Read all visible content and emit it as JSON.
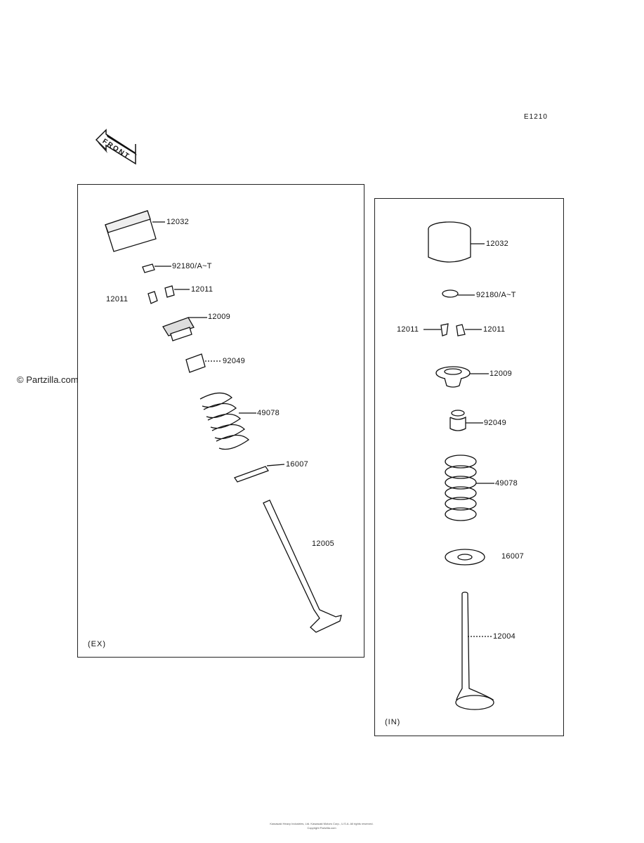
{
  "diagram_code": "E1210",
  "front_label": "FRONT",
  "watermark": "© Partzilla.com",
  "exhaust": {
    "tag": "(EX)",
    "parts": {
      "tappet": "12032",
      "shim": "92180/A~T",
      "cotter_left": "12011",
      "cotter_right": "12011",
      "retainer": "12009",
      "seal": "92049",
      "spring": "49078",
      "seat": "16007",
      "valve": "12005"
    }
  },
  "intake": {
    "tag": "(IN)",
    "parts": {
      "tappet": "12032",
      "shim": "92180/A~T",
      "cotter_left": "12011",
      "cotter_right": "12011",
      "retainer": "12009",
      "seal": "92049",
      "spring": "49078",
      "seat": "16007",
      "valve": "12004"
    }
  },
  "footer_line1": "Kawasaki Heavy Industries, Ltd. Kawasaki Motors Corp., U.S.A. All rights reserved.",
  "footer_line2": "Copyright Partzilla.com"
}
